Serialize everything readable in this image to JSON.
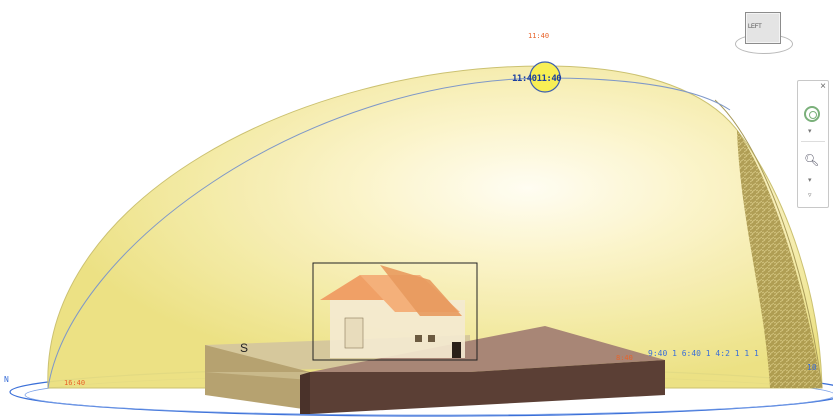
{
  "viewport": {
    "sun_time_top": "11:40",
    "sun_time_labels": "11:4011:40",
    "hour_label_left": "16:40",
    "hour_label_right": "8:40",
    "compass_south": "S",
    "path_tick_labels": "9:40 1 6:40 1 4:2 1 1 1",
    "edge_label": "10",
    "bottom_left_label": "N"
  },
  "viewcube": {
    "face_label": "LEFT",
    "icon": "viewcube-icon"
  },
  "navigation_bar": {
    "close_label": "×",
    "wheel_icon": "steering-wheel-icon",
    "zoom_icon": "zoom-region-icon",
    "menu_caret": "▾",
    "customize_caret": "▿"
  },
  "colors": {
    "dome": "#f2ea9a",
    "dome_side": "#bba85a",
    "sun": "#f8ef55",
    "sun_ring": "#3c5fb0",
    "ground_ring": "#3a6fd8",
    "terrain": "#c9b98a",
    "shadow_top": "#a88676",
    "shadow_side": "#5b3f35",
    "roof": "#f0a066",
    "label_orange": "#e8632a"
  }
}
